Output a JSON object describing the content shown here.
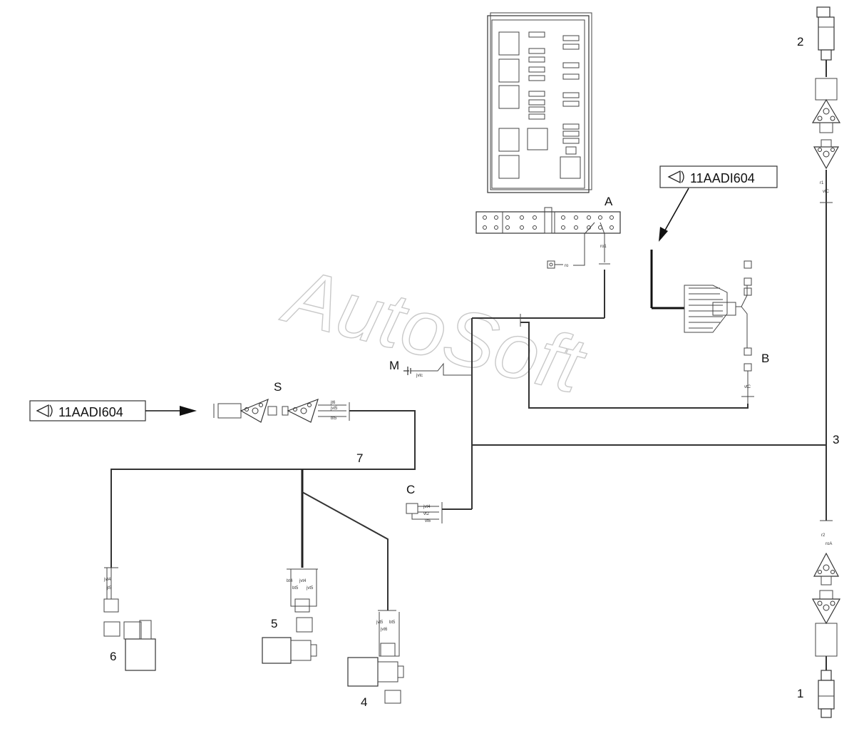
{
  "watermark": "AutoSoft",
  "refs": [
    {
      "id": "ref-top",
      "text": "11AADI604"
    },
    {
      "id": "ref-left",
      "text": "11AADI604"
    }
  ],
  "labels": {
    "A": "A",
    "B": "B",
    "C": "C",
    "S": "S",
    "M": "M",
    "n1": "1",
    "n2": "2",
    "n3": "3",
    "n4": "4",
    "n5": "5",
    "n6": "6",
    "n7": "7"
  },
  "wire_tags": {
    "a_ro": "ro",
    "a_ro1": "ro1",
    "b_vc": "vtC",
    "r1": "r1",
    "vc_top": "vtC",
    "r2": "r2",
    "ro_a": "roA",
    "m_tag": "jvtc",
    "s1": "jt6",
    "s2": "jvt5",
    "s3": "bt5",
    "c1": "jvt4",
    "c2": "vt2",
    "c3": "vt6",
    "w6a": "jvt4",
    "w6b": "jt5",
    "w5a": "bt4",
    "w5b": "jvt4",
    "w5c": "bt5",
    "w5d": "jvt5",
    "w4a": "jvt5",
    "w4b": "bt5",
    "w4c": "jvt6"
  }
}
